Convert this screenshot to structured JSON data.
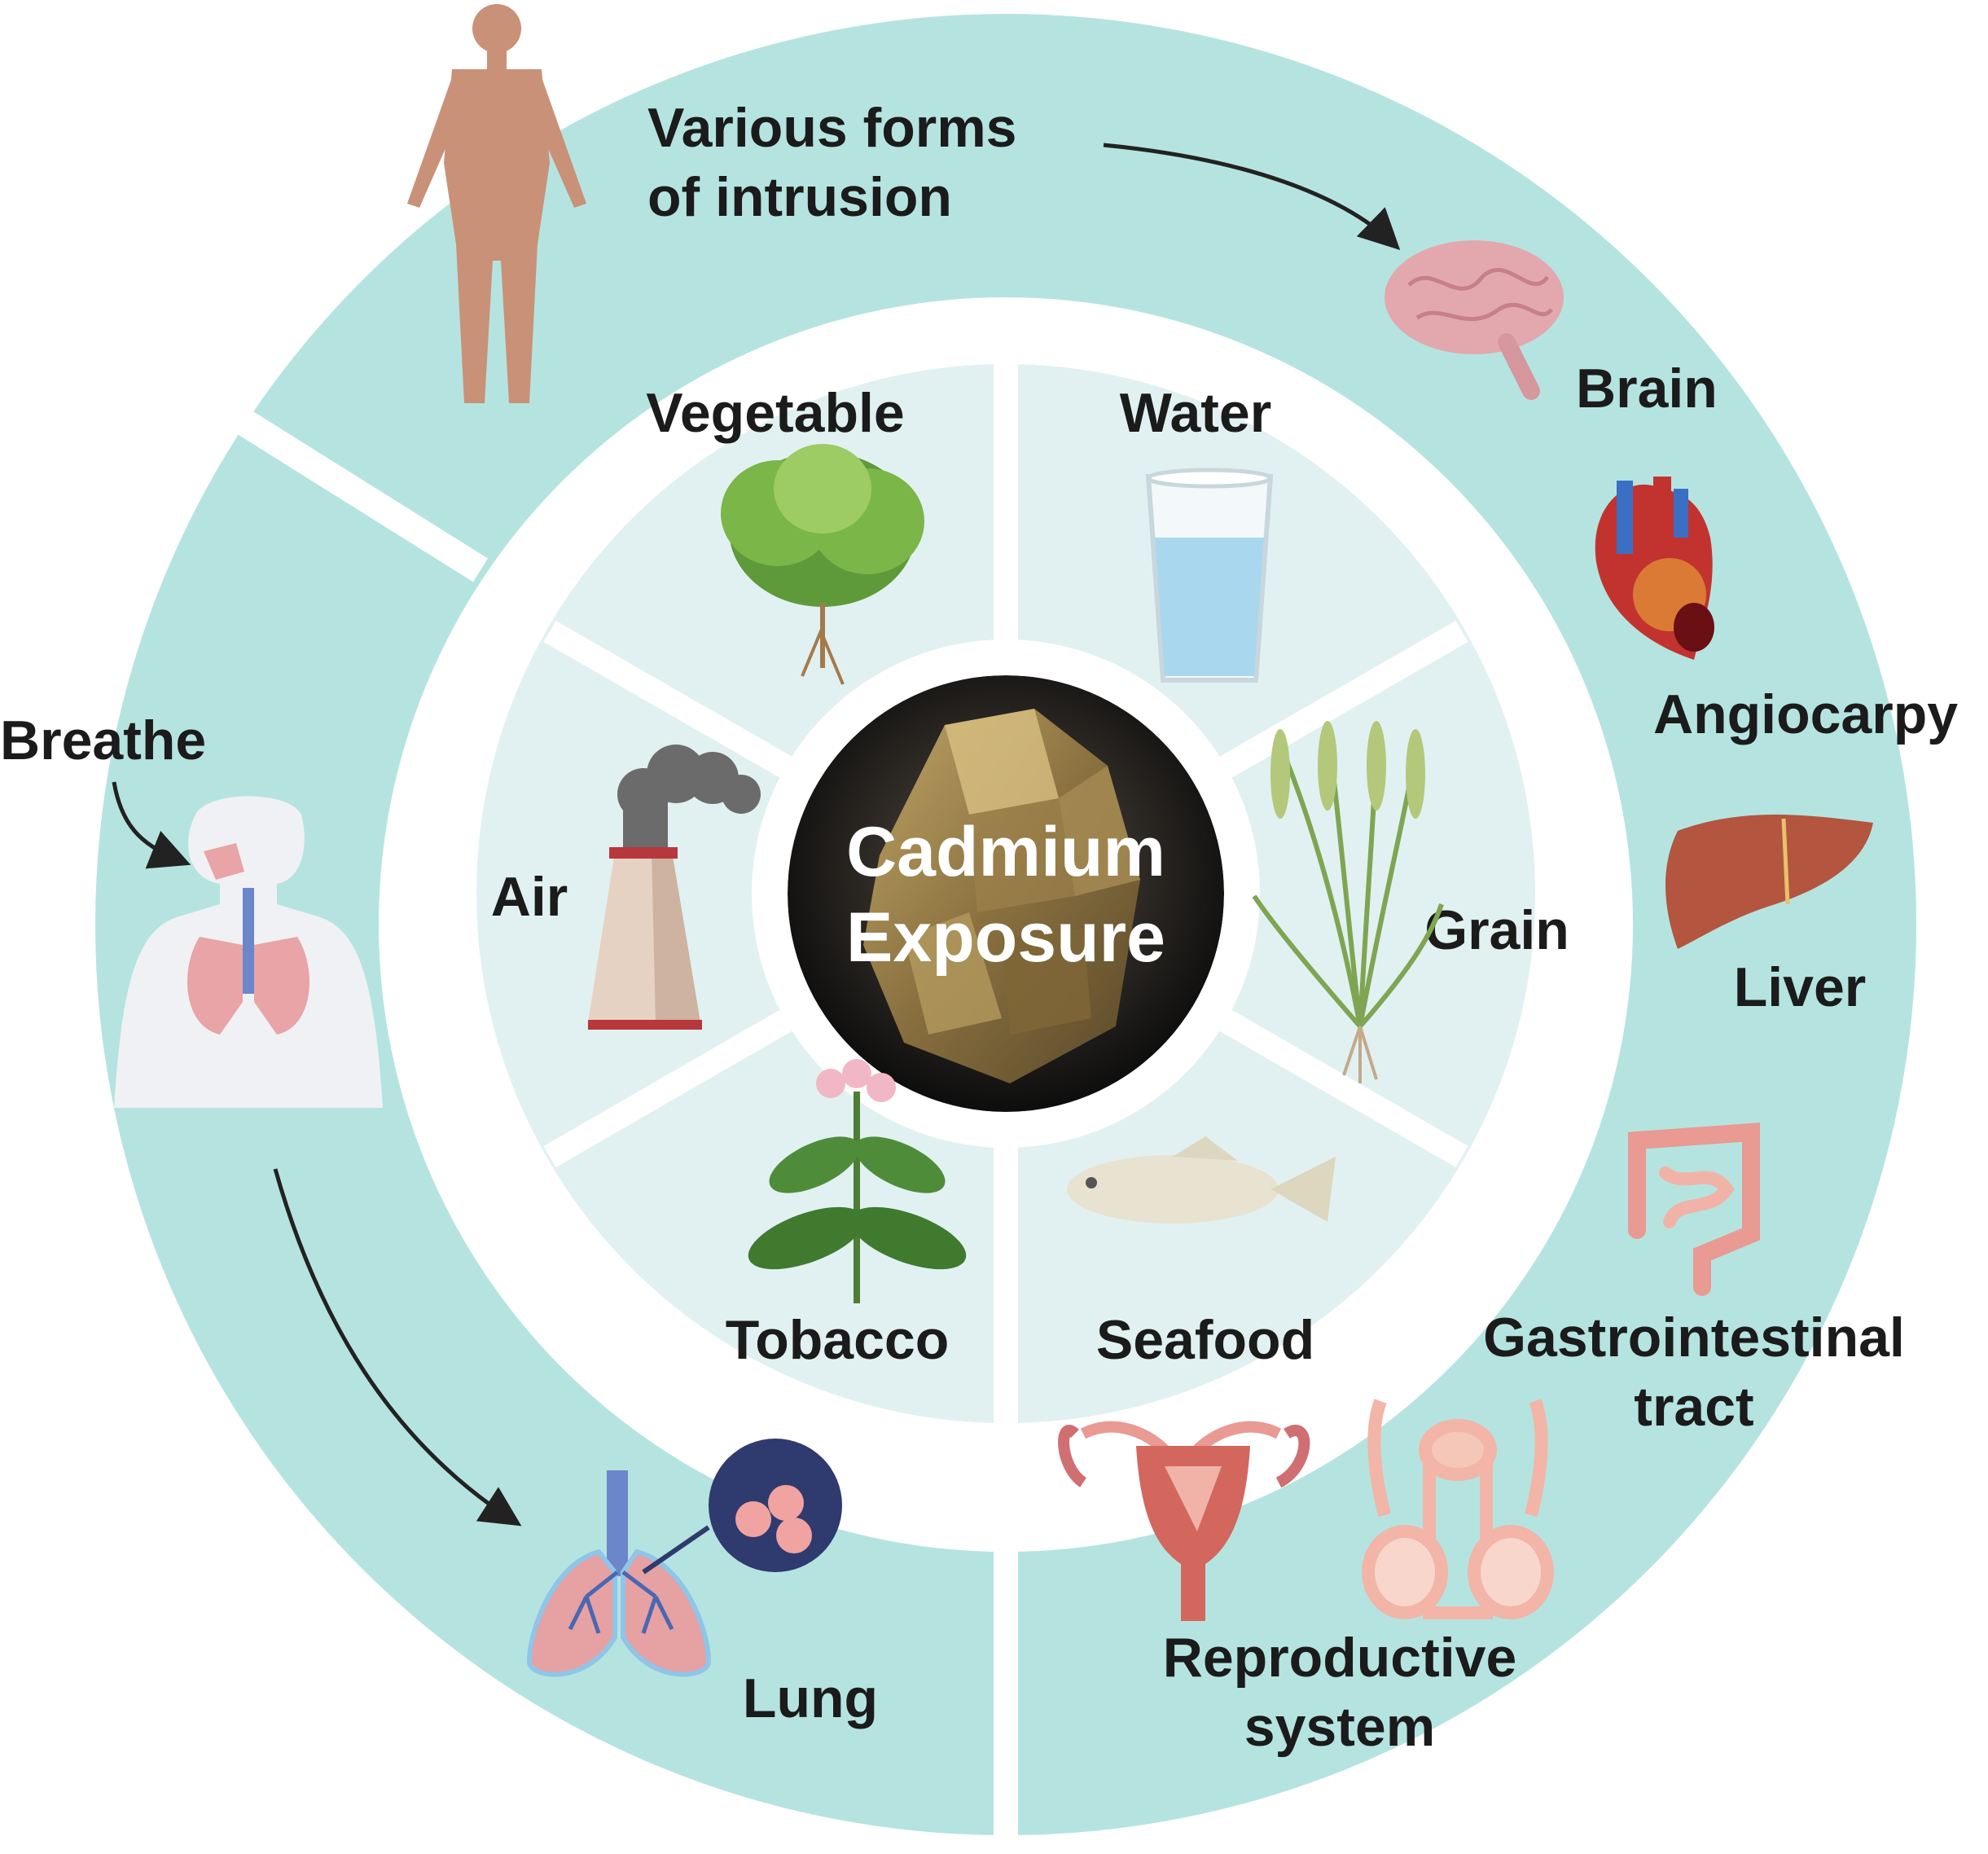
{
  "center": {
    "line1": "Cadmium",
    "line2": "Exposure"
  },
  "sources": {
    "vegetable": "Vegetable",
    "water": "Water",
    "grain": "Grain",
    "seafood": "Seafood",
    "tobacco": "Tobacco",
    "air": "Air"
  },
  "intrusion": {
    "line1": "Various forms",
    "line2": "of intrusion"
  },
  "breathe": "Breathe",
  "organs": {
    "brain": "Brain",
    "angiocarpy": "Angiocarpy",
    "liver": "Liver",
    "gi_line1": "Gastrointestinal",
    "gi_line2": "tract",
    "repro_line1": "Reproductive",
    "repro_line2": "system",
    "lung": "Lung"
  },
  "colors": {
    "outer_ring": "#b5e4e0",
    "inner_segments": "#e1f1f1",
    "arrow": "#222222",
    "text": "#1b1b1b",
    "center_text": "#ffffff"
  }
}
